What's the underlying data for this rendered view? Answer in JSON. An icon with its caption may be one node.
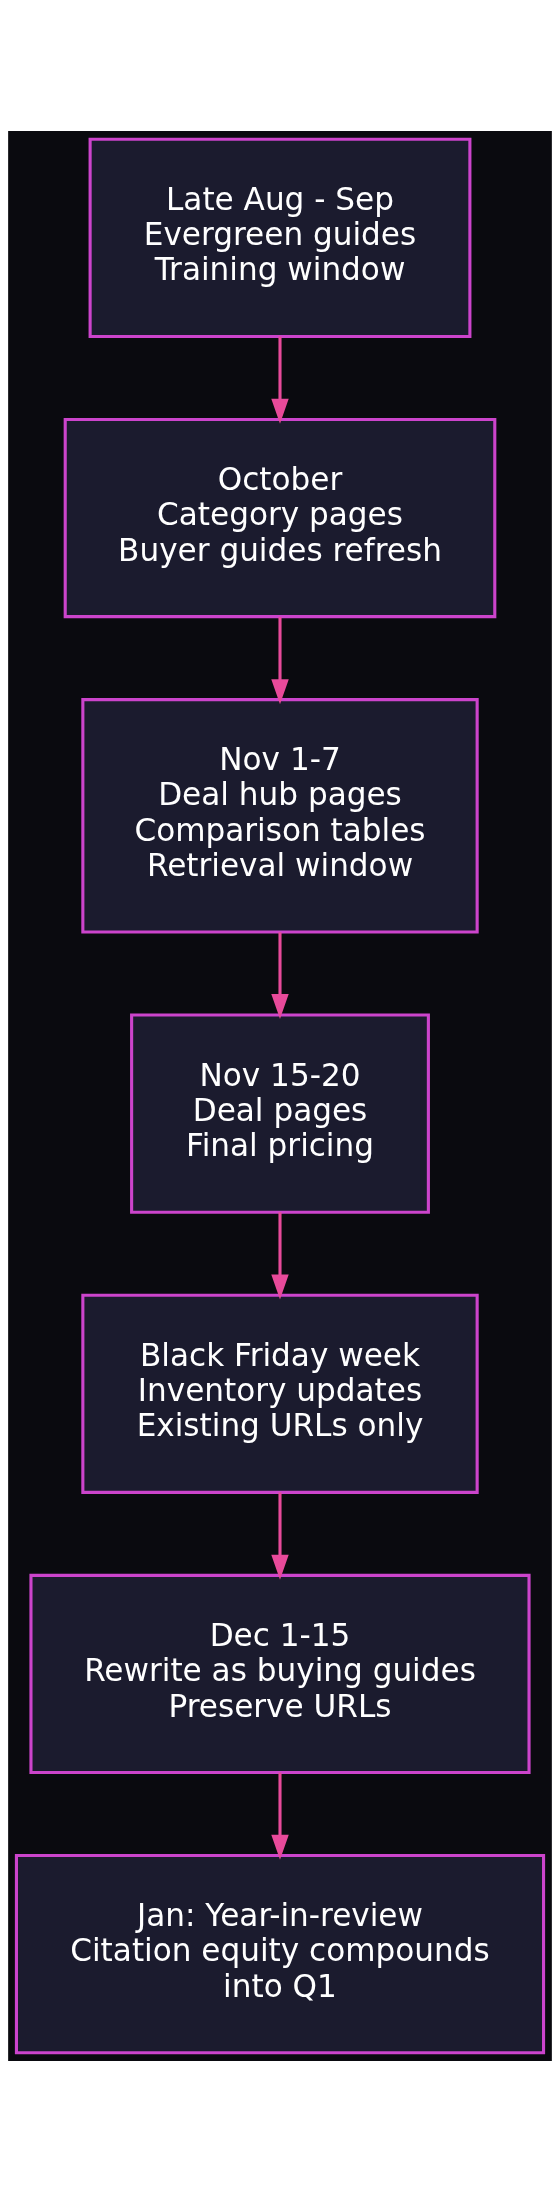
{
  "diagram": {
    "nodes": [
      {
        "text": [
          "Late Aug - Sep",
          "Evergreen guides",
          "Training window"
        ]
      },
      {
        "text": [
          "October",
          "Category pages",
          "Buyer guides refresh"
        ]
      },
      {
        "text": [
          "Nov 1-7",
          "Deal hub pages",
          "Comparison tables",
          "Retrieval window"
        ]
      },
      {
        "text": [
          "Nov 15-20",
          "Deal pages",
          "Final pricing"
        ]
      },
      {
        "text": [
          "Black Friday week",
          "Inventory updates",
          "Existing URLs only"
        ]
      },
      {
        "text": [
          "Dec 1-15",
          "Rewrite as buying guides",
          "Preserve URLs"
        ]
      },
      {
        "text": [
          "Jan: Year-in-review",
          "Citation equity compounds into Q1"
        ]
      }
    ],
    "edges": [
      {
        "from": 0,
        "to": 1,
        "arrow": "to"
      },
      {
        "from": 1,
        "to": 2,
        "arrow": "to"
      },
      {
        "from": 2,
        "to": 3,
        "arrow": "to"
      },
      {
        "from": 3,
        "to": 4,
        "arrow": "to"
      },
      {
        "from": 4,
        "to": 5,
        "arrow": "to"
      },
      {
        "from": 5,
        "to": 6,
        "arrow": "to"
      }
    ]
  }
}
